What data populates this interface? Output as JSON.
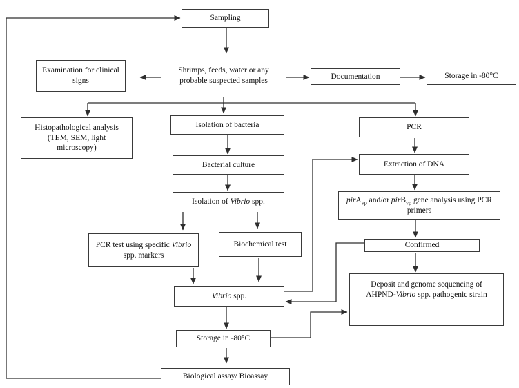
{
  "figure": {
    "type": "flowchart",
    "background_color": "#ffffff",
    "line_color": "#2e2e2e",
    "box_border_color": "#3a3a3a",
    "description": "Workflow flowchart for sampling and identification of AHPND Vibrio spp. in shrimps"
  },
  "nodes": {
    "sampling": {
      "segments": [
        {
          "t": "Sampling"
        }
      ]
    },
    "samples": {
      "segments": [
        {
          "t": "Shrimps, feeds, water or any"
        },
        {
          "br": true
        },
        {
          "t": "probable suspected samples"
        }
      ]
    },
    "examination": {
      "segments": [
        {
          "t": "Examination for clinical"
        },
        {
          "br": true
        },
        {
          "t": "signs"
        }
      ]
    },
    "documentation": {
      "segments": [
        {
          "t": "Documentation"
        }
      ]
    },
    "storage_minus80_top": {
      "segments": [
        {
          "t": "Storage in -80°C"
        }
      ]
    },
    "histopathology": {
      "segments": [
        {
          "t": "Histopathological analysis"
        },
        {
          "br": true
        },
        {
          "t": "(TEM, SEM, light"
        },
        {
          "br": true
        },
        {
          "t": "microscopy)"
        }
      ]
    },
    "isolation_bacteria": {
      "segments": [
        {
          "t": "Isolation of bacteria"
        }
      ]
    },
    "pcr": {
      "segments": [
        {
          "t": "PCR"
        }
      ]
    },
    "bacterial_culture": {
      "segments": [
        {
          "t": "Bacterial culture"
        }
      ]
    },
    "dna_extraction": {
      "segments": [
        {
          "t": "Extraction of DNA"
        }
      ]
    },
    "isolation_vibrio": {
      "segments": [
        {
          "t": "Isolation of "
        },
        {
          "t": "Vibrio",
          "i": true
        },
        {
          "t": " spp."
        }
      ]
    },
    "pir_gene_analysis": {
      "segments": [
        {
          "t": "pir",
          "i": true
        },
        {
          "t": "A"
        },
        {
          "t": "vp",
          "sub": true
        },
        {
          "t": " and/or "
        },
        {
          "t": "pir",
          "i": true
        },
        {
          "t": "B"
        },
        {
          "t": "vp",
          "sub": true
        },
        {
          "t": " gene analysis using PCR"
        },
        {
          "br": true
        },
        {
          "t": "primers"
        }
      ]
    },
    "pcr_test": {
      "segments": [
        {
          "t": "PCR test using specific "
        },
        {
          "t": "Vibrio",
          "i": true
        },
        {
          "br": true
        },
        {
          "t": "spp. markers"
        }
      ]
    },
    "biochemical_test": {
      "segments": [
        {
          "t": "Biochemical test"
        }
      ]
    },
    "confirmed": {
      "segments": [
        {
          "t": "Confirmed"
        }
      ]
    },
    "vibrio_spp": {
      "segments": [
        {
          "t": "Vibrio",
          "i": true
        },
        {
          "t": " spp."
        }
      ]
    },
    "deposit_sequencing": {
      "segments": [
        {
          "t": "Deposit and genome sequencing of"
        },
        {
          "br": true
        },
        {
          "t": "AHPND-"
        },
        {
          "t": "Vibrio",
          "i": true
        },
        {
          "t": " spp. pathogenic strain"
        }
      ]
    },
    "storage_minus80_bottom": {
      "segments": [
        {
          "t": "Storage in -80°C"
        }
      ]
    },
    "bioassay": {
      "segments": [
        {
          "t": "Biological assay/ Bioassay"
        }
      ]
    }
  },
  "edges": [
    {
      "from": "bioassay",
      "to": "sampling"
    },
    {
      "from": "sampling",
      "to": "samples"
    },
    {
      "from": "samples",
      "to": "examination"
    },
    {
      "from": "samples",
      "to": "documentation"
    },
    {
      "from": "documentation",
      "to": "storage_minus80_top"
    },
    {
      "from": "samples",
      "to": "histopathology"
    },
    {
      "from": "samples",
      "to": "isolation_bacteria"
    },
    {
      "from": "samples",
      "to": "pcr"
    },
    {
      "from": "isolation_bacteria",
      "to": "bacterial_culture"
    },
    {
      "from": "bacterial_culture",
      "to": "isolation_vibrio"
    },
    {
      "from": "isolation_vibrio",
      "to": "pcr_test"
    },
    {
      "from": "isolation_vibrio",
      "to": "biochemical_test"
    },
    {
      "from": "pcr_test",
      "to": "vibrio_spp"
    },
    {
      "from": "biochemical_test",
      "to": "vibrio_spp"
    },
    {
      "from": "pcr",
      "to": "dna_extraction"
    },
    {
      "from": "dna_extraction",
      "to": "pir_gene_analysis"
    },
    {
      "from": "pir_gene_analysis",
      "to": "confirmed"
    },
    {
      "from": "confirmed",
      "to": "deposit_sequencing"
    },
    {
      "from": "confirmed",
      "to": "vibrio_spp"
    },
    {
      "from": "vibrio_spp",
      "to": "dna_extraction"
    },
    {
      "from": "vibrio_spp",
      "to": "storage_minus80_bottom"
    },
    {
      "from": "storage_minus80_bottom",
      "to": "bioassay"
    },
    {
      "from": "storage_minus80_bottom",
      "to": "deposit_sequencing"
    }
  ]
}
